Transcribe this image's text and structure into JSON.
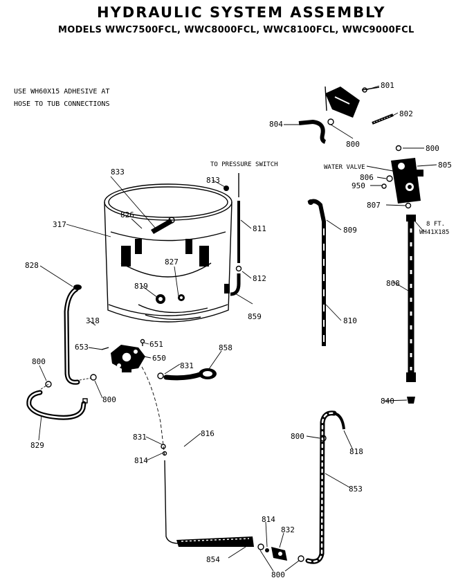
{
  "title": "HYDRAULIC SYSTEM ASSEMBLY",
  "models": "MODELS WWC7500FCL, WWC8000FCL, WWC8100FCL, WWC9000FCL",
  "note_lines": [
    "USE WH60X15 ADHESIVE AT",
    "HOSE TO TUB CONNECTIONS"
  ],
  "pressure_switch_note": "TO PRESSURE SWITCH",
  "water_valve_label": "WATER VALVE",
  "hose_length_note": [
    "8 FT.",
    "WH41X185"
  ],
  "part_labels": {
    "p801": "801",
    "p802": "802",
    "p804": "804",
    "p800_top": "800",
    "p800_valve": "800",
    "p805": "805",
    "p806": "806",
    "p950": "950",
    "p807": "807",
    "p808": "808",
    "p809": "809",
    "p810": "810",
    "p811": "811",
    "p812": "812",
    "p813": "813",
    "p833": "833",
    "p826": "826",
    "p827": "827",
    "p317": "317",
    "p819": "819",
    "p828": "828",
    "p859": "859",
    "p318": "318",
    "p653": "653",
    "p651": "651",
    "p650": "650",
    "p831_a": "831",
    "p858": "858",
    "p800_left": "800",
    "p800_pump": "800",
    "p829": "829",
    "p831_b": "831",
    "p816": "816",
    "p814_a": "814",
    "p840": "840",
    "p800_right": "800",
    "p818": "818",
    "p853": "853",
    "p814_b": "814",
    "p832": "832",
    "p854": "854",
    "p800_bottom": "800"
  }
}
